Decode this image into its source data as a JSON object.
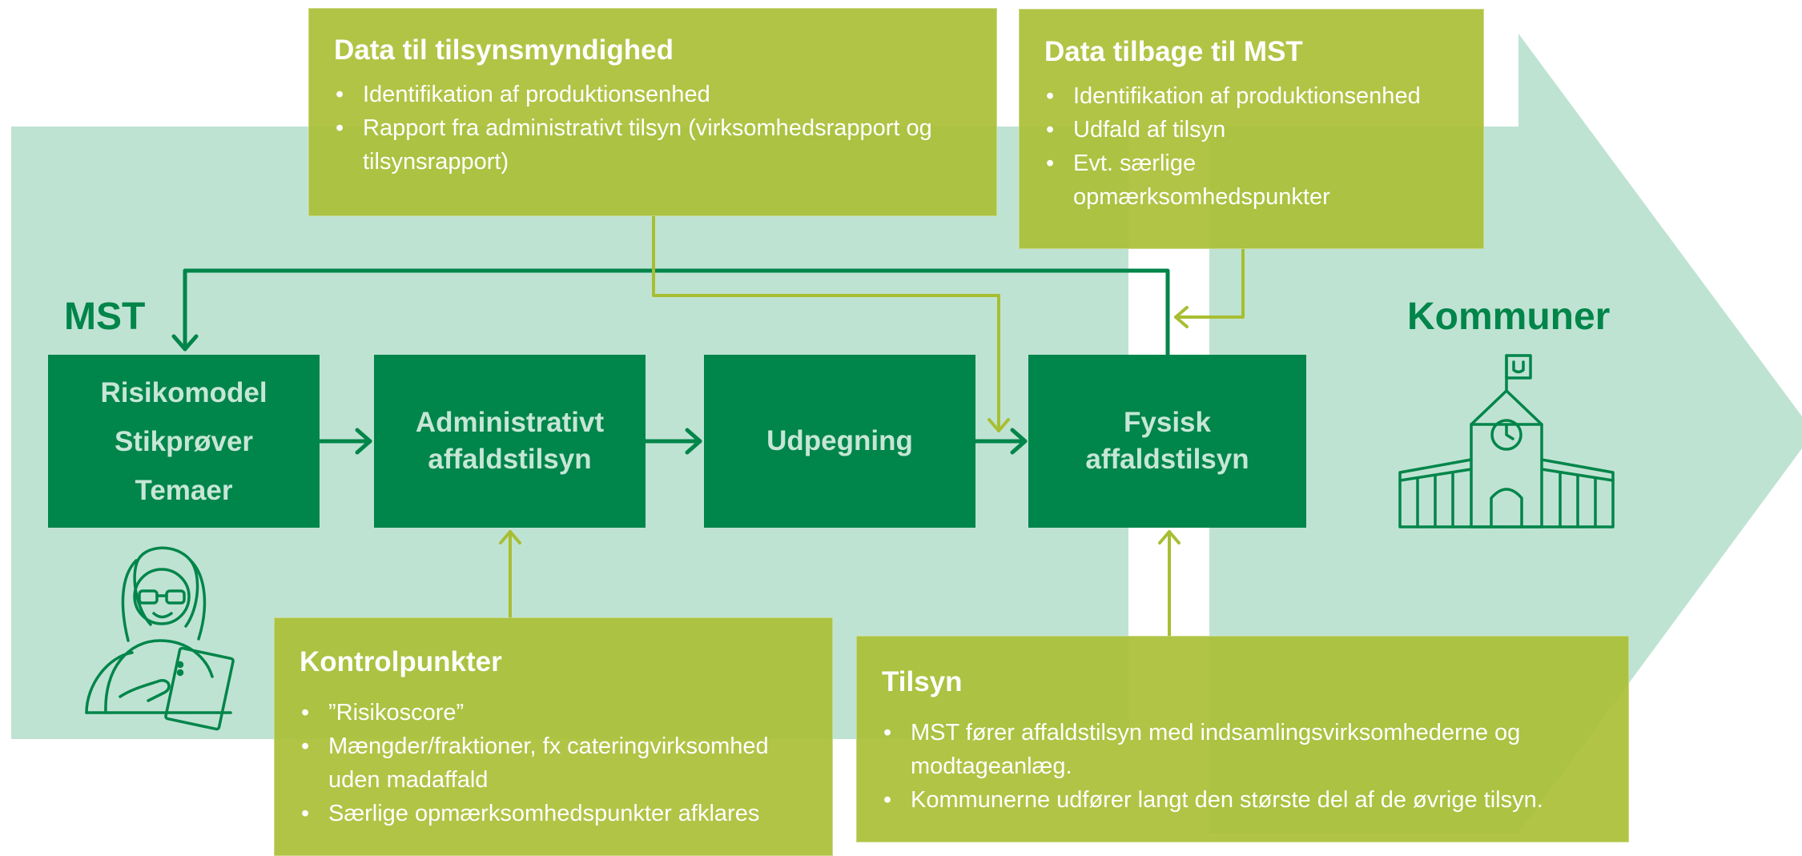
{
  "colors": {
    "light_green_bg": "#bfe3d3",
    "dark_green": "#00854a",
    "box_text": "#c6e6d6",
    "olive": "#a8be32"
  },
  "mst": {
    "label": "MST"
  },
  "kommuner": {
    "label": "Kommuner"
  },
  "steps": {
    "risiko": [
      "Risikomodel",
      "Stikprøver",
      "Temaer"
    ],
    "admin": [
      "Administrativt",
      "affaldstilsyn"
    ],
    "udpegning": [
      "Udpegning"
    ],
    "fysisk": [
      "Fysisk",
      "affaldstilsyn"
    ]
  },
  "data_tilsyn": {
    "title": "Data til tilsynsmyndighed",
    "items": [
      "Identifikation af produktionsenhed",
      "Rapport fra administrativt tilsyn (virksomhedsrapport og tilsynsrapport)"
    ]
  },
  "data_mst": {
    "title": "Data tilbage til MST",
    "items": [
      "Identifikation af produktionsenhed",
      "Udfald af tilsyn",
      "Evt. særlige opmærksomhedspunkter"
    ]
  },
  "kontrol": {
    "title": "Kontrolpunkter",
    "items": [
      "”Risikoscore”",
      "Mængder/fraktioner, fx cateringvirksomhed uden madaffald",
      "Særlige opmærksomhedspunkter afklares"
    ]
  },
  "tilsyn": {
    "title": "Tilsyn",
    "items": [
      "MST fører affaldstilsyn med indsamlingsvirksomhederne og modtageanlæg.",
      "Kommunerne udfører langt den største del af de øvrige tilsyn."
    ]
  },
  "icons": {
    "person": "person-with-tablet-icon",
    "town_hall": "town-hall-icon"
  }
}
